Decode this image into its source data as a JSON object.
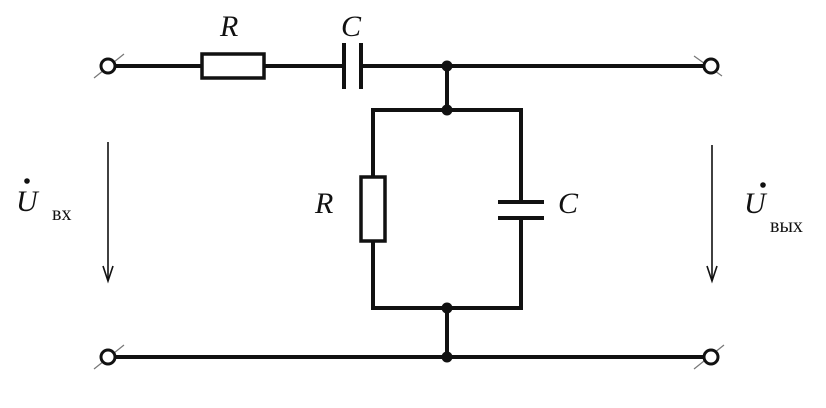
{
  "diagram": {
    "labels": {
      "r_series": "R",
      "c_series": "C",
      "r_parallel": "R",
      "c_parallel": "C",
      "u_in_main": "U",
      "u_in_sub": "вх",
      "u_out_main": "U",
      "u_out_sub": "вых"
    }
  }
}
